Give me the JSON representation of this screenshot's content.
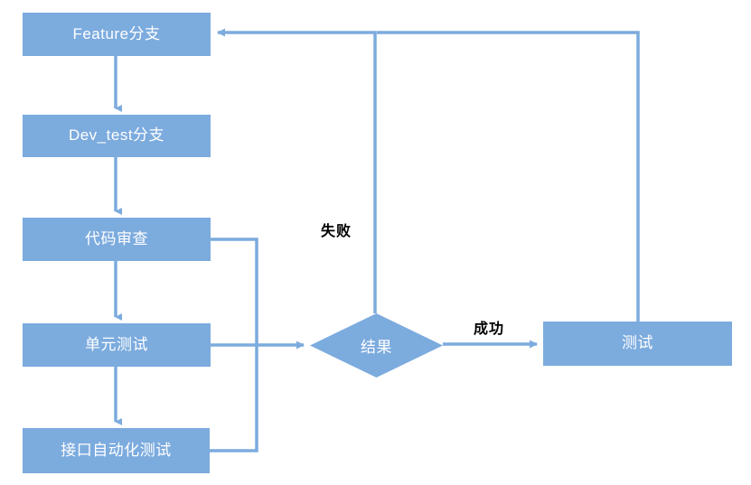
{
  "diagram": {
    "title": "",
    "type": "flowchart",
    "colors": {
      "node_fill": "#7CABDE",
      "node_text": "#FFFFFF",
      "edge_stroke": "#7CABDE",
      "edge_label_text": "#000000",
      "background": "#FFFFFF"
    },
    "nodes": [
      {
        "id": "feature",
        "label": "Feature分支",
        "shape": "rectangle"
      },
      {
        "id": "dev_test",
        "label": "Dev_test分支",
        "shape": "rectangle"
      },
      {
        "id": "review",
        "label": "代码审查",
        "shape": "rectangle"
      },
      {
        "id": "unit_test",
        "label": "单元测试",
        "shape": "rectangle"
      },
      {
        "id": "api_test",
        "label": "接口自动化测试",
        "shape": "rectangle"
      },
      {
        "id": "result",
        "label": "结果",
        "shape": "diamond"
      },
      {
        "id": "test",
        "label": "测试",
        "shape": "rectangle"
      }
    ],
    "edge_labels": [
      {
        "id": "fail",
        "label": "失败"
      },
      {
        "id": "success",
        "label": "成功"
      }
    ],
    "edges": [
      {
        "from": "feature",
        "to": "dev_test",
        "label": ""
      },
      {
        "from": "dev_test",
        "to": "review",
        "label": ""
      },
      {
        "from": "review",
        "to": "unit_test",
        "label": ""
      },
      {
        "from": "unit_test",
        "to": "api_test",
        "label": ""
      },
      {
        "from": "review",
        "to": "result",
        "label": ""
      },
      {
        "from": "unit_test",
        "to": "result",
        "label": ""
      },
      {
        "from": "api_test",
        "to": "result",
        "label": ""
      },
      {
        "from": "result",
        "to": "feature",
        "label": "失败"
      },
      {
        "from": "result",
        "to": "test",
        "label": "成功"
      },
      {
        "from": "test",
        "to": "feature",
        "label": ""
      }
    ]
  }
}
